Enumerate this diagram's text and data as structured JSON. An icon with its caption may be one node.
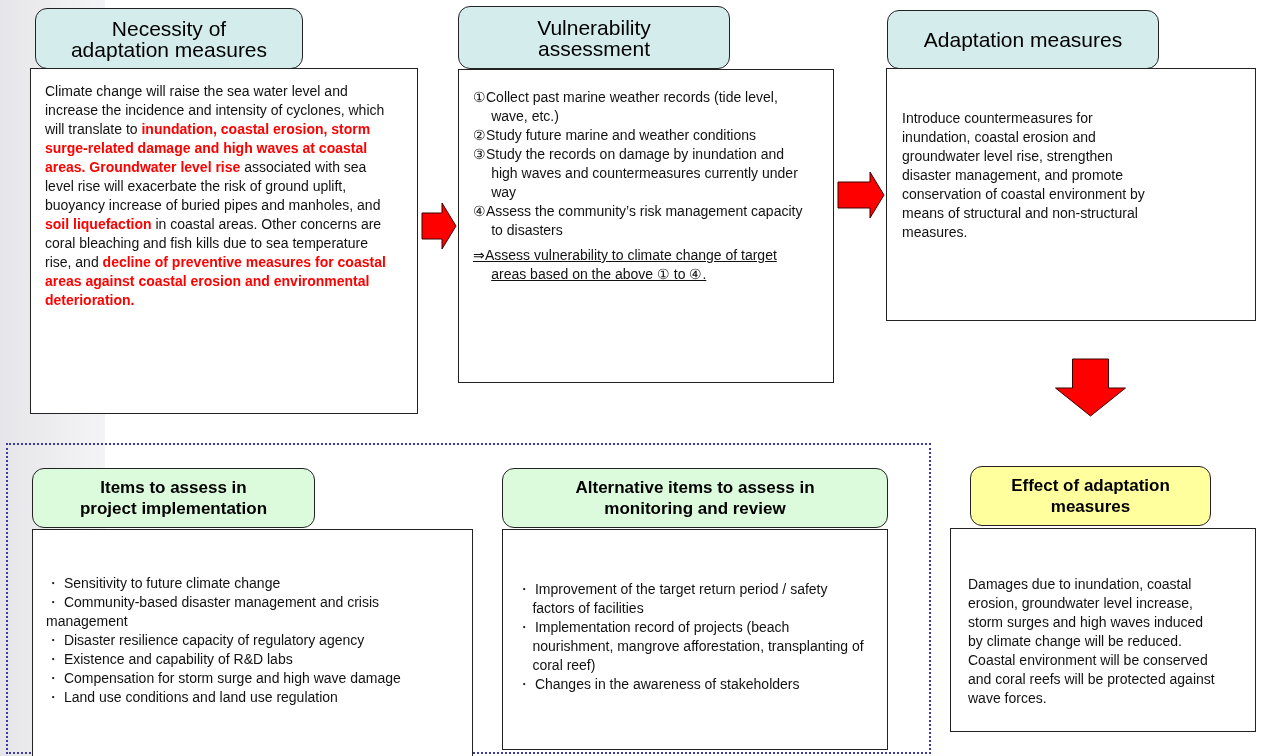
{
  "diagram": {
    "nodes": [
      {
        "text": [
          "Necessity of adaptation measures"
        ]
      },
      {
        "text": [
          "Climate change will raise the sea water level and increase  the incidence and intensity of cyclones, which will translate to **inundation, coastal erosion, storm surge-related damage and high waves at coastal areas. Groundwater level rise** associated with sea level rise will exacerbate the risk of ground uplift, buoyancy increase of buried pipes and manholes, and **soil liquefaction** in coastal areas. Other concerns are coral bleaching and fish kills due to sea temperature rise, and **decline of preventive measures for coastal areas against coastal erosion and environmental deterioration.**"
        ]
      },
      {
        "text": [
          "Vulnerability assessment"
        ]
      },
      {
        "text": [
          "①Collect past marine weather records (tide level, wave, etc.)",
          "②Study future marine and weather conditions",
          "③Study the records on damage by inundation and high waves and countermeasures currently under way",
          "④Assess the community’s  risk management capacity to disasters",
          "⇒Assess vulnerability to climate change of target areas based on the above ① to ④."
        ]
      },
      {
        "text": [
          "Adaptation measures"
        ]
      },
      {
        "text": [
          "Introduce countermeasures for inundation, coastal erosion and groundwater level rise, strengthen disaster management, and promote conservation of coastal environment by means of structural and non-structural measures."
        ]
      },
      {
        "text": [],
        "shape": "box"
      },
      {
        "text": [
          "Items to assess in project implementation"
        ],
        "in": 6
      },
      {
        "text": [
          "・ Sensitivity to future climate change",
          "・ Community-based disaster management and crisis management",
          "・ Disaster resilience capacity of regulatory agency",
          "・ Existence and capability of R&D labs",
          "・ Compensation for storm surge and high wave damage",
          "・ Land use conditions and land use regulation"
        ],
        "in": 6
      },
      {
        "text": [
          "Alternative items to assess in monitoring and review"
        ],
        "in": 6
      },
      {
        "text": [
          "・ Improvement of the  target return period / safety factors of facilities",
          "・ Implementation record of projects (beach nourishment, mangrove afforestation, transplanting of coral reef)",
          "・ Changes in the awareness of stakeholders"
        ],
        "in": 6
      },
      {
        "text": [
          "Effect of adaptation measures"
        ]
      },
      {
        "text": [
          "Damages due to inundation, coastal erosion, groundwater level increase, storm surges and high waves induced by climate change will be reduced. Coastal environment will be conserved and coral reefs will be protected against wave forces."
        ]
      }
    ],
    "edges": [
      {
        "from": 1,
        "to": 3,
        "arrow": "to"
      },
      {
        "from": 3,
        "to": 5,
        "arrow": "to"
      },
      {
        "from": 5,
        "to": 11,
        "arrow": "to"
      }
    ]
  }
}
